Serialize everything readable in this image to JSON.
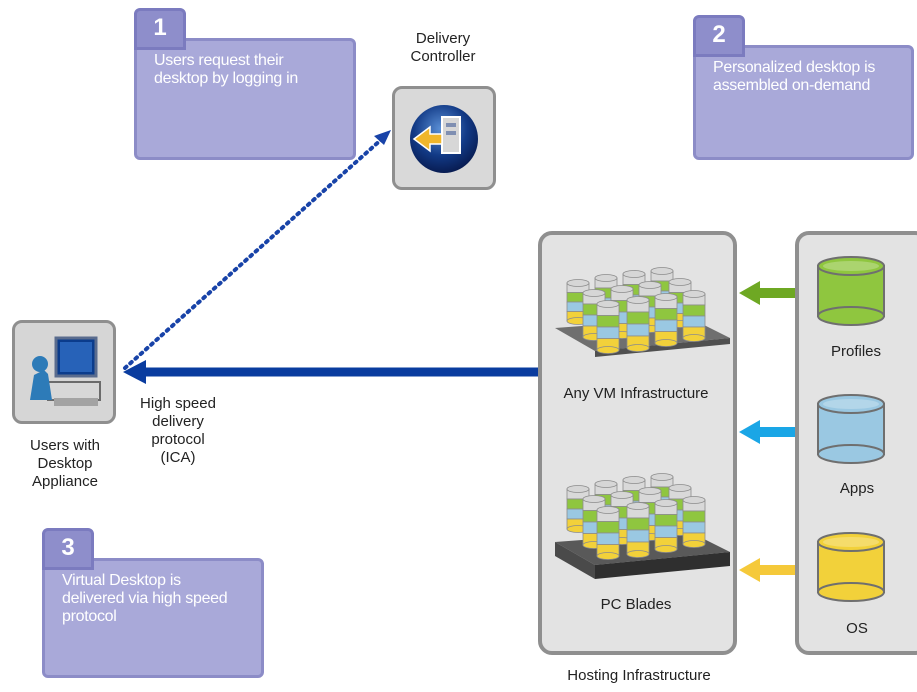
{
  "steps": [
    {
      "number": "1",
      "text": "Users request their desktop by logging in"
    },
    {
      "number": "2",
      "text": "Personalized desktop is assembled on-demand"
    },
    {
      "number": "3",
      "text": "Virtual Desktop is delivered via high speed protocol"
    }
  ],
  "delivery_controller": {
    "label": "Delivery Controller",
    "icon": "delivery-controller-icon"
  },
  "user": {
    "label": "Users with Desktop Appliance",
    "icon": "desktop-appliance-icon"
  },
  "protocol_label": "High speed delivery protocol (ICA)",
  "hosting": {
    "label": "Hosting Infrastructure",
    "vm_label": "Any VM Infrastructure",
    "blades_label": "PC Blades"
  },
  "resources": [
    {
      "label": "Profiles",
      "color": "#8fc63f"
    },
    {
      "label": "Apps",
      "color": "#9ac8e2"
    },
    {
      "label": "OS",
      "color": "#f2d13a"
    }
  ],
  "colors": {
    "accent_blue": "#0a3c9f",
    "arrow_green": "#6ea823",
    "arrow_blue": "#1aa6e6",
    "arrow_yellow": "#f5c93a",
    "callout_fill": "#a9a9d9"
  }
}
